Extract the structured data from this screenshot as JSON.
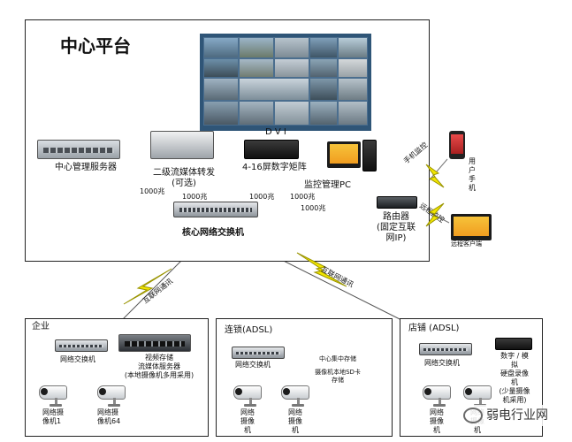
{
  "center": {
    "title": "中心平台",
    "management_server": "中心管理服务器",
    "stream_forward_line1": "二级流媒体转发",
    "stream_forward_line2": "(可选)",
    "dvi": "D V I",
    "matrix": "4-16屏数字矩阵",
    "monitor_pc": "监控管理PC",
    "core_switch": "核心网络交换机",
    "router_line1": "路由器",
    "router_line2": "(固定互联",
    "router_line3": "网IP)",
    "link_1000": "1000兆"
  },
  "remote": {
    "phone_monitor": "手机监控",
    "remote_monitor": "远程监控",
    "user_phone": "用户手机",
    "remote_client": "远程客户端"
  },
  "links": {
    "internet_comm": "互联网通讯"
  },
  "enterprise": {
    "title": "企业",
    "switch": "网络交换机",
    "nvr_line1": "视频存储",
    "nvr_line2": "流媒体服务器",
    "nvr_line3": "(本地摄像机多用采用)",
    "cam1_line1": "网络摄",
    "cam1_line2": "像机1",
    "cam64_line1": "网络摄",
    "cam64_line2": "像机64"
  },
  "chain": {
    "title": "连锁(ADSL)",
    "switch": "网络交换机",
    "storage_line1": "中心集中存储",
    "storage_line2": "摄像机本地SD卡",
    "storage_line3": "存储",
    "cam1_line1": "网络",
    "cam1_line2": "摄像",
    "cam1_line3": "机",
    "cam2_line1": "网络",
    "cam2_line2": "摄像",
    "cam2_line3": "机"
  },
  "store": {
    "title": "店铺 (ADSL)",
    "switch": "网络交换机",
    "dvr_line1": "数字 / 模",
    "dvr_line2": "拟",
    "dvr_line3": "硬盘录像",
    "dvr_line4": "机",
    "dvr_line5": "(少量摄像",
    "dvr_line6": "机采用)",
    "cam1_line1": "网络",
    "cam1_line2": "摄像",
    "cam1_line3": "机",
    "cam2_line1": "网络",
    "cam2_line2": "摄像",
    "cam2_line3": "机"
  },
  "watermark": {
    "text": "弱电行业网"
  },
  "colors": {
    "bolt": "#f2e600",
    "bolt_outline": "#9a9400",
    "video_wall_frame": "#2f5577",
    "line": "#666666"
  }
}
